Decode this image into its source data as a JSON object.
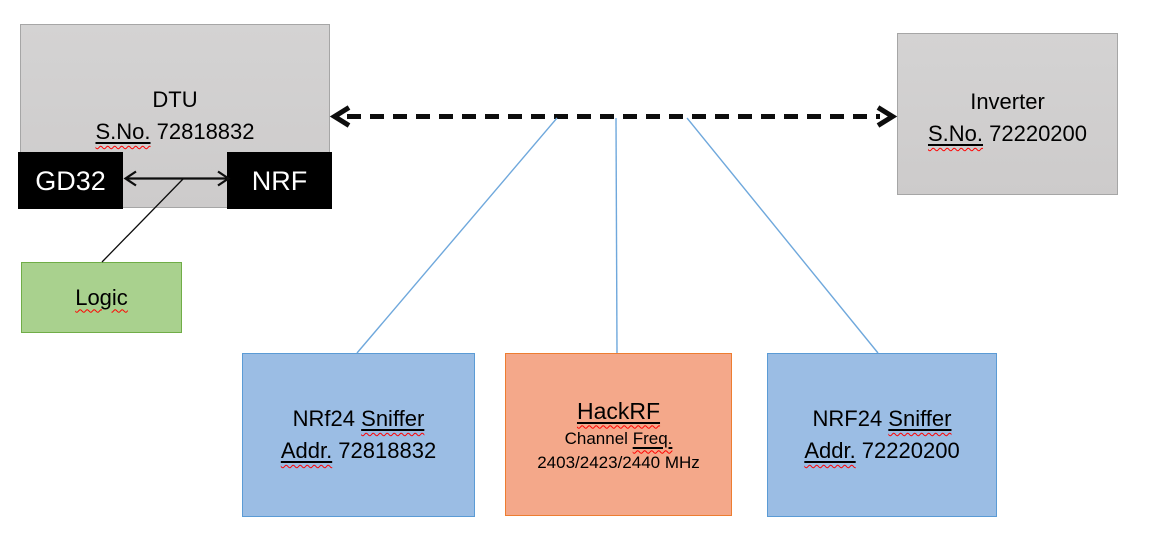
{
  "colors": {
    "gray_fill_top": "#d4d3d3",
    "gray_fill_bottom": "#cdcbcb",
    "gray_border": "#a6a6a6",
    "black_fill": "#000000",
    "green_fill": "#a9d18e",
    "green_border": "#70ad47",
    "blue_fill": "#9bbde4",
    "blue_border": "#5b9bd5",
    "orange_fill": "#f4a88a",
    "orange_border": "#ed7d31",
    "connector_blue": "#6fa8dc",
    "arrow_black": "#0d0d0d",
    "misspell_red": "#ff0000"
  },
  "nodes": {
    "dtu": {
      "title": "DTU",
      "serial_flagged": "S.No.",
      "serial_rest": " 72818832"
    },
    "gd32": {
      "label": "GD32"
    },
    "nrf": {
      "label": "NRF"
    },
    "logic": {
      "label": "Logic"
    },
    "inverter": {
      "title": "Inverter",
      "serial_flagged": "S.No.",
      "serial_rest": " 72220200"
    },
    "sniffer_left": {
      "name_prefix": "NRf24 ",
      "name_flagged": "Sniffer",
      "addr_flagged": "Addr.",
      "addr_rest": " 72818832"
    },
    "hackrf": {
      "title": "HackRF",
      "freq_prefix": "Channel ",
      "freq_flagged": "Freq.",
      "channels": "2403/2423/2440 MHz"
    },
    "sniffer_right": {
      "name_prefix": "NRF24 ",
      "name_flagged": "Sniffer",
      "addr_flagged": "Addr.",
      "addr_rest": " 72220200"
    }
  }
}
